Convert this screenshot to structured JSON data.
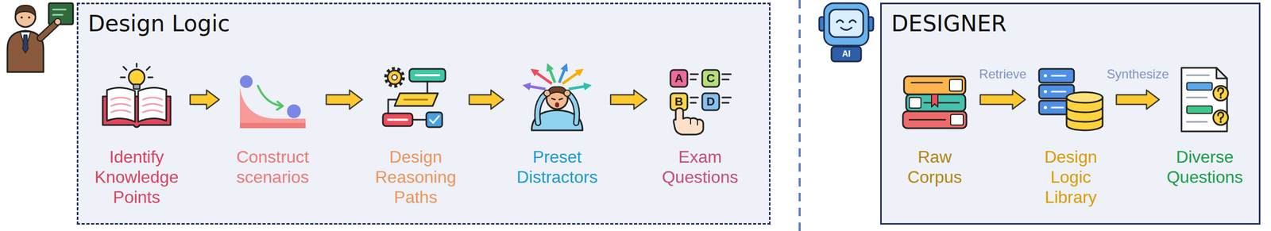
{
  "diagram": {
    "nodes": [
      {
        "text": [
          "Design Logic"
        ]
      },
      {
        "text": [
          "Identify Knowledge Points"
        ],
        "in": 0
      },
      {
        "text": [
          "Construct scenarios"
        ],
        "in": 0
      },
      {
        "text": [
          "Design Reasoning Paths"
        ],
        "in": 0
      },
      {
        "text": [
          "Preset Distractors"
        ],
        "in": 0
      },
      {
        "text": [
          "Exam Questions"
        ],
        "in": 0
      },
      {
        "text": [
          "DESIGNER"
        ]
      },
      {
        "text": [
          "Raw Corpus"
        ],
        "in": 6
      },
      {
        "text": [
          "Design Logic Library"
        ],
        "in": 6
      },
      {
        "text": [
          "Diverse Questions"
        ],
        "in": 6
      }
    ],
    "edges": [
      {
        "from": 1,
        "to": 2,
        "arrow": "to"
      },
      {
        "from": 2,
        "to": 3,
        "arrow": "to"
      },
      {
        "from": 3,
        "to": 4,
        "arrow": "to"
      },
      {
        "from": 4,
        "to": 5,
        "arrow": "to"
      },
      {
        "from": 7,
        "to": 8,
        "label": "Retrieve",
        "arrow": "to"
      },
      {
        "from": 8,
        "to": 9,
        "label": "Synthesize",
        "arrow": "to"
      }
    ],
    "labels": [
      "AI",
      "A",
      "C",
      "B",
      "D"
    ]
  }
}
